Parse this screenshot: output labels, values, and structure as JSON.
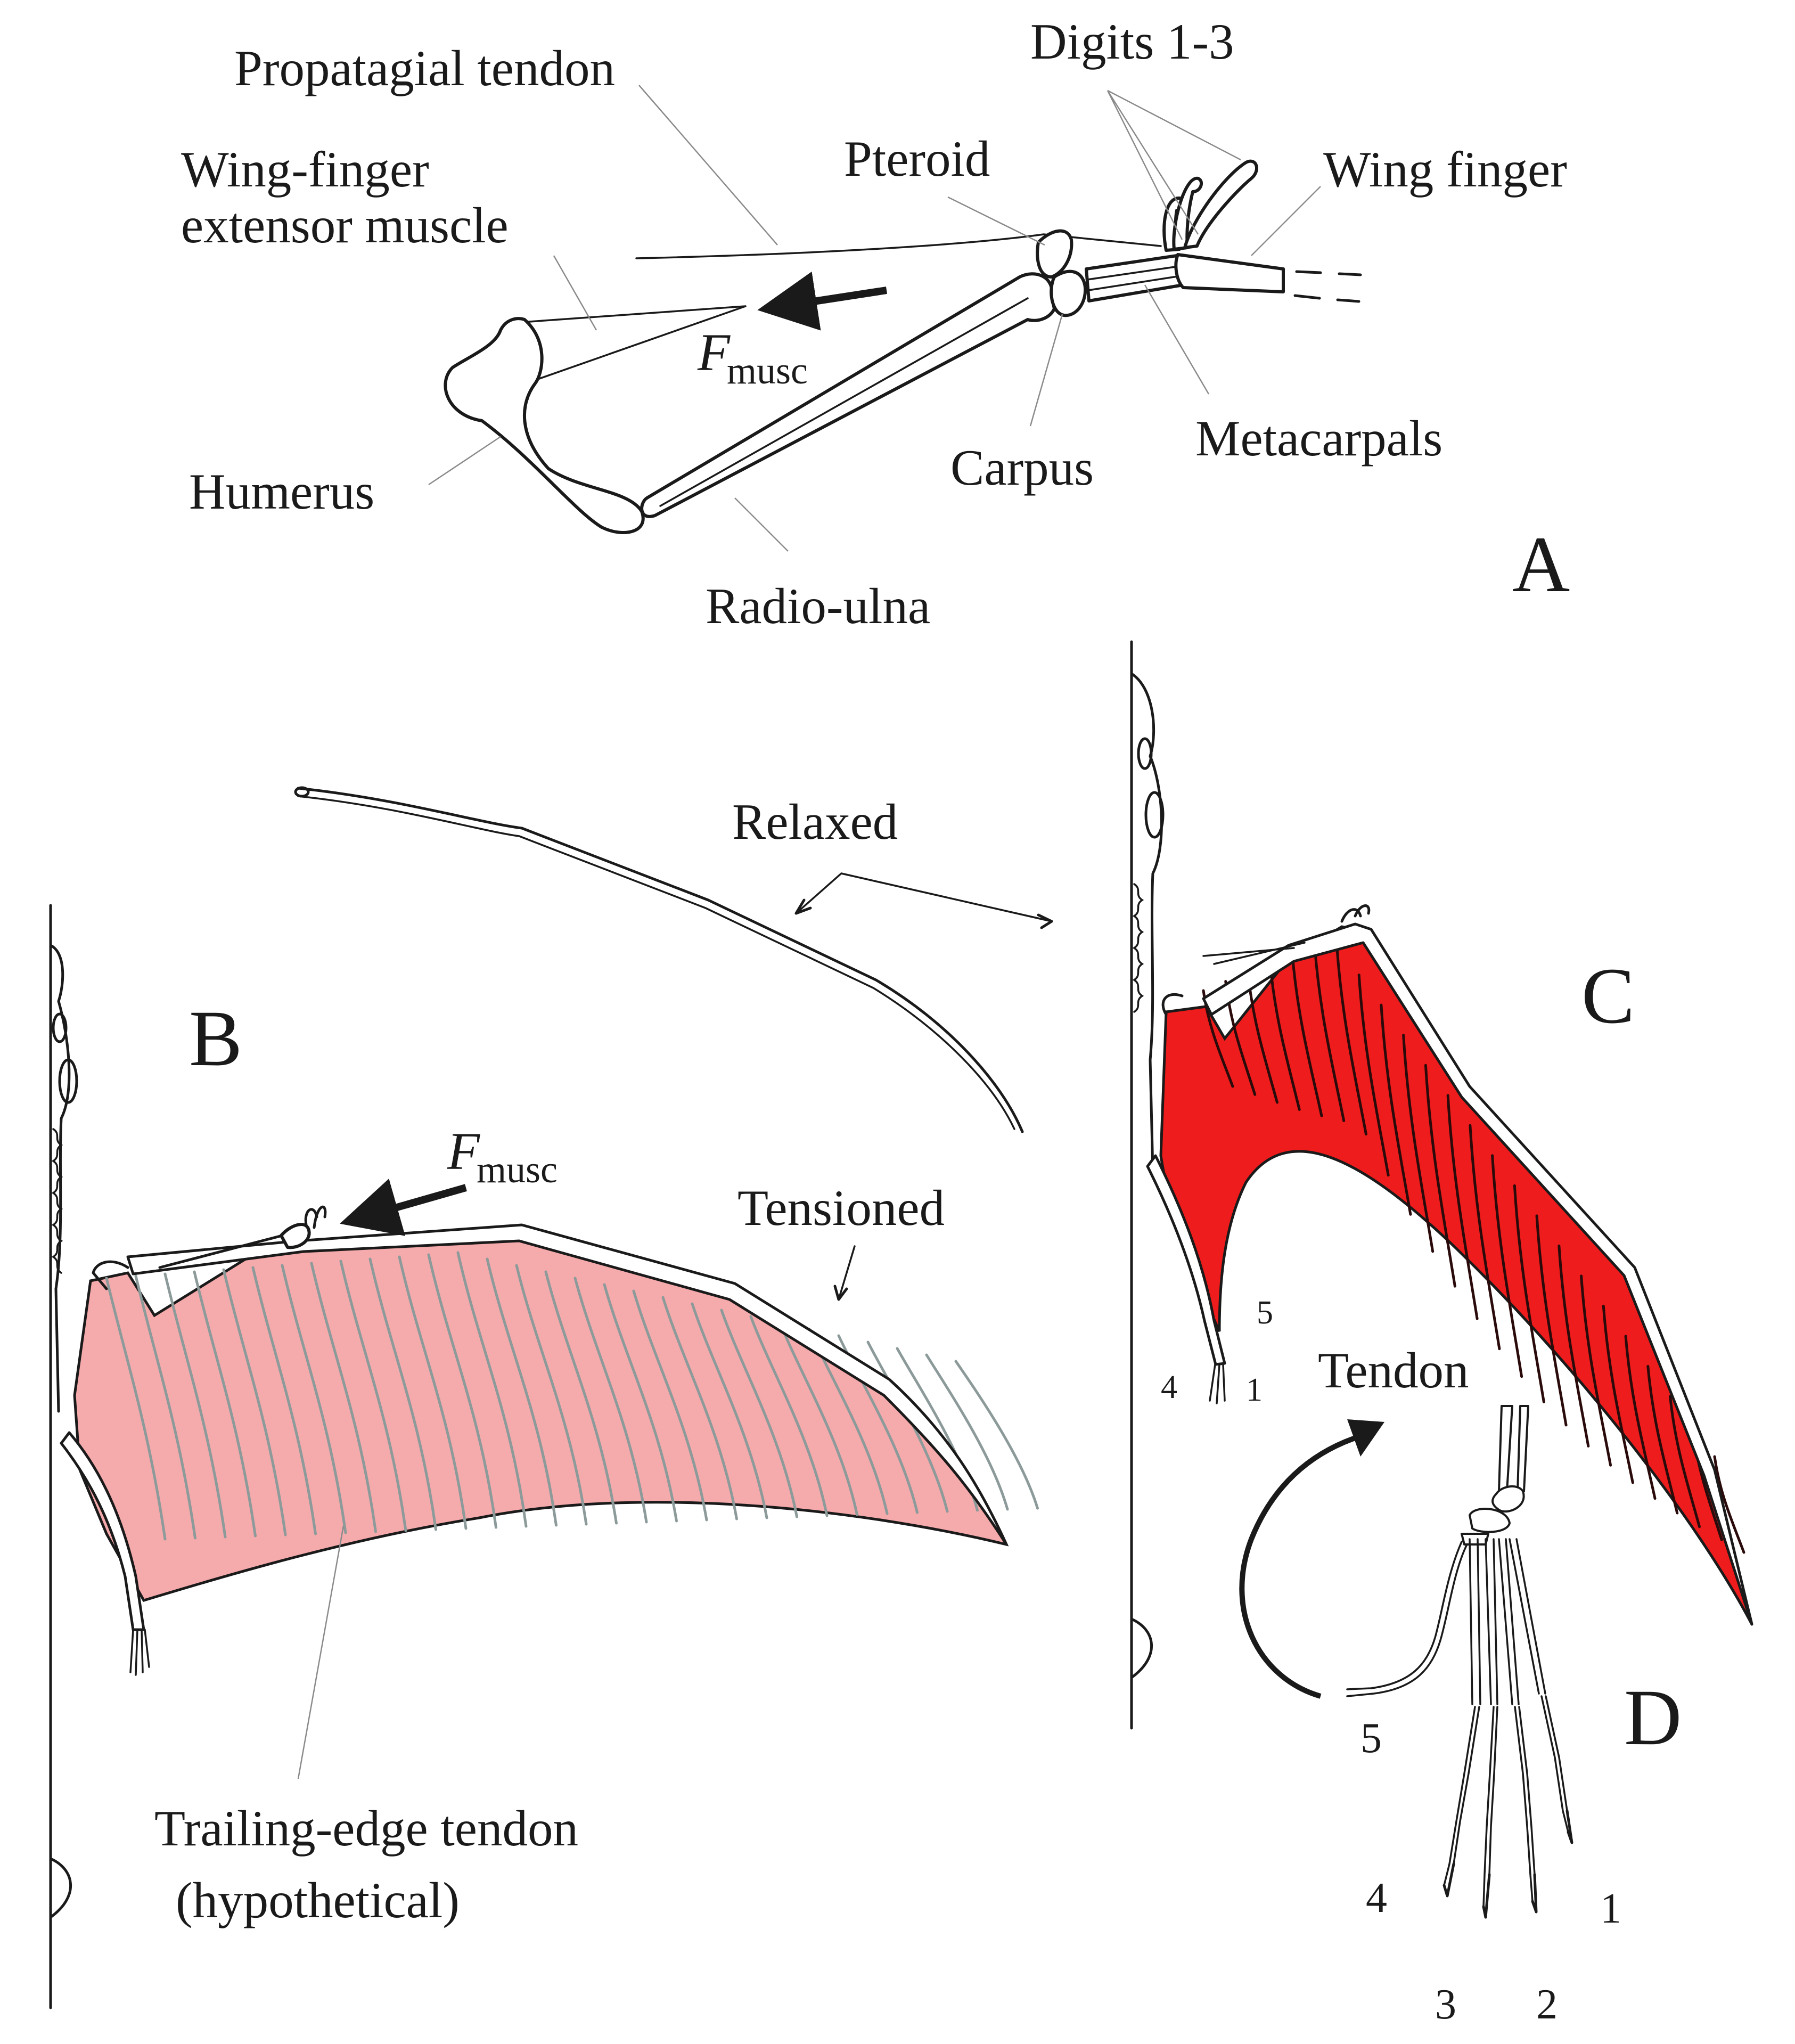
{
  "panel_a": {
    "panel_letter": "A",
    "labels": {
      "propatagial_tendon": "Propatagial tendon",
      "digits": "Digits 1-3",
      "pteroid": "Pteroid",
      "wing_finger_extensor_line1": "Wing-finger",
      "wing_finger_extensor_line2": "extensor muscle",
      "wing_finger": "Wing finger",
      "f_musc_main": "F",
      "f_musc_sub": "musc",
      "humerus": "Humerus",
      "carpus": "Carpus",
      "metacarpals": "Metacarpals",
      "radio_ulna": "Radio-ulna"
    }
  },
  "panel_b": {
    "panel_letter": "B",
    "labels": {
      "relaxed": "Relaxed",
      "tensioned": "Tensioned",
      "f_musc_main": "F",
      "f_musc_sub": "musc",
      "trailing_edge_line1": "Trailing-edge tendon",
      "trailing_edge_line2": "(hypothetical)"
    },
    "membrane_color": "#f5aaac"
  },
  "panel_c": {
    "panel_letter": "C",
    "digit_labels": [
      "5",
      "4",
      "1"
    ],
    "membrane_color": "#ee1c1c"
  },
  "panel_d": {
    "panel_letter": "D",
    "labels": {
      "tendon": "Tendon"
    },
    "digit_labels": [
      "5",
      "4",
      "1",
      "3",
      "2"
    ]
  }
}
